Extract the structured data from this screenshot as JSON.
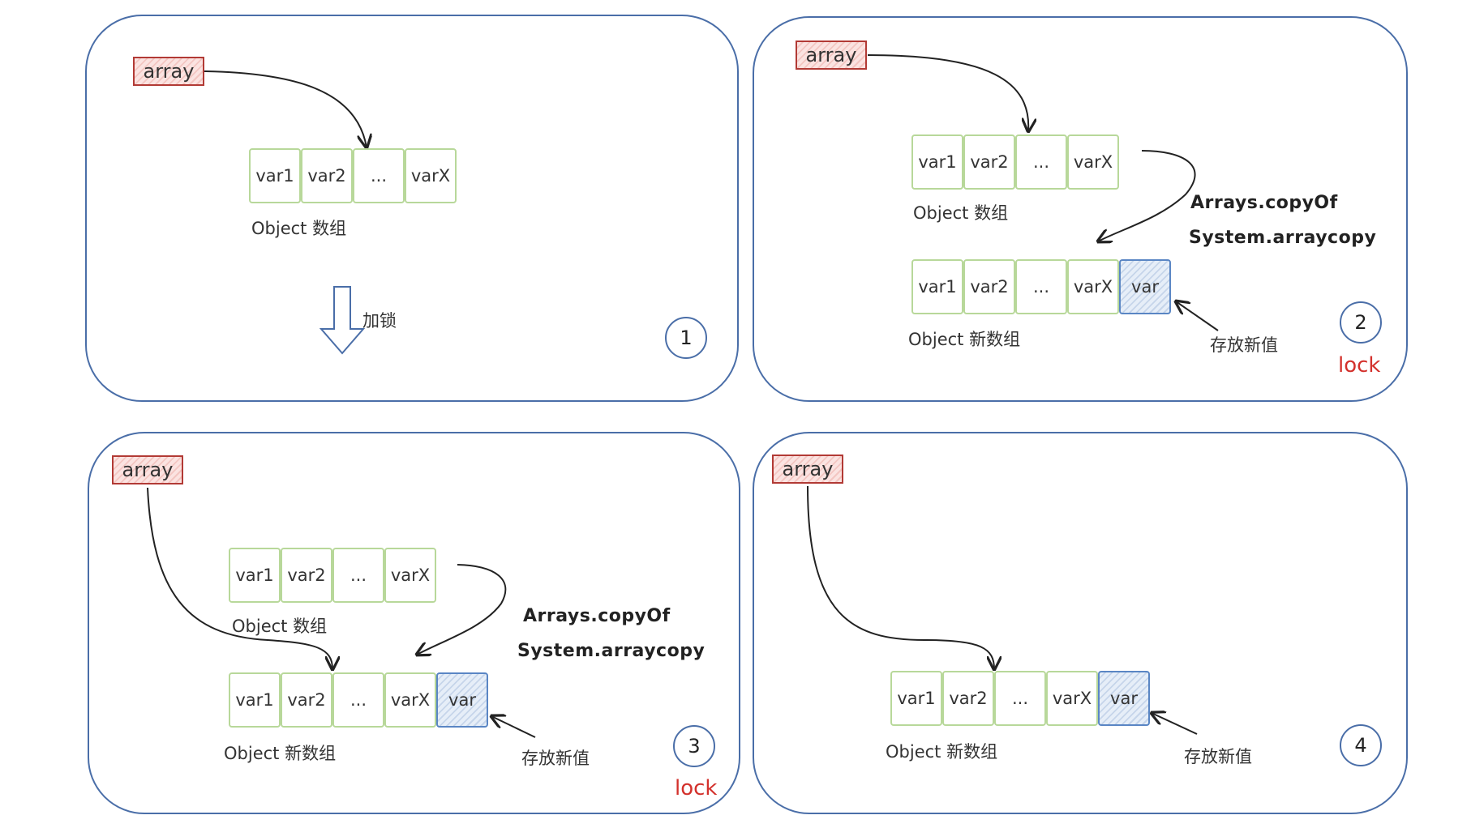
{
  "panels": [
    {
      "number": "1",
      "array_label": "array",
      "old_array": {
        "cells": [
          "var1",
          "var2",
          "...",
          "varX"
        ],
        "caption": "Object 数组"
      },
      "lock_action": "加锁"
    },
    {
      "number": "2",
      "array_label": "array",
      "old_array": {
        "cells": [
          "var1",
          "var2",
          "...",
          "varX"
        ],
        "caption": "Object 数组"
      },
      "copy_methods": [
        "Arrays.copyOf",
        "System.arraycopy"
      ],
      "new_array": {
        "cells": [
          "var1",
          "var2",
          "...",
          "varX",
          "var"
        ],
        "caption": "Object 新数组"
      },
      "new_value_note": "存放新值",
      "lock": "lock"
    },
    {
      "number": "3",
      "array_label": "array",
      "old_array": {
        "cells": [
          "var1",
          "var2",
          "...",
          "varX"
        ],
        "caption": "Object 数组"
      },
      "copy_methods": [
        "Arrays.copyOf",
        "System.arraycopy"
      ],
      "new_array": {
        "cells": [
          "var1",
          "var2",
          "...",
          "varX",
          "var"
        ],
        "caption": "Object 新数组"
      },
      "new_value_note": "存放新值",
      "lock": "lock"
    },
    {
      "number": "4",
      "array_label": "array",
      "new_array": {
        "cells": [
          "var1",
          "var2",
          "...",
          "varX",
          "var"
        ],
        "caption": "Object 新数组"
      },
      "new_value_note": "存放新值"
    }
  ],
  "colors": {
    "panel_border": "#4a6ea8",
    "array_ref_border": "#b23a35",
    "cell_border": "#b8d89a",
    "new_cell_border": "#5a86c4",
    "lock_text": "#d3312c"
  }
}
